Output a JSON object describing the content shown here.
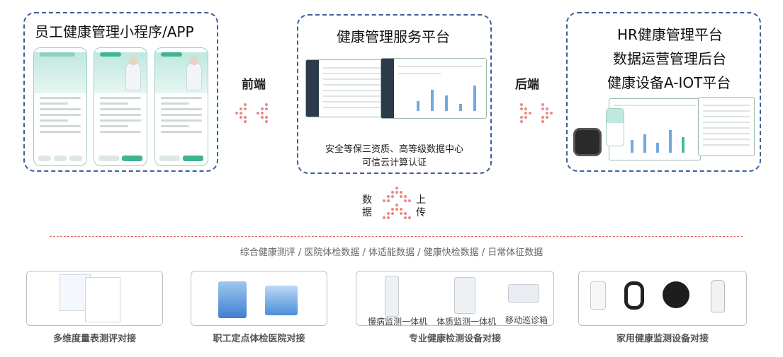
{
  "frontend_box": {
    "title": "员工健康管理小程序/APP"
  },
  "service_box": {
    "title": "健康管理服务平台",
    "caption_lines": [
      "安全等保三资质、高等级数据中心",
      "可信云计算认证"
    ]
  },
  "backend_box": {
    "titles": [
      "HR健康管理平台",
      "数据运营管理后台",
      "健康设备A-IOT平台"
    ]
  },
  "flow_labels": {
    "frontend": "前端",
    "backend": "后端"
  },
  "upload_label": {
    "left_chars": [
      "数",
      "据"
    ],
    "right_chars": [
      "上",
      "传"
    ]
  },
  "data_types": "综合健康测评 / 医院体检数据 / 体适能数据 / 健康快检数据 / 日常体征数据",
  "bottom_boxes": [
    {
      "label": "多维度量表测评对接"
    },
    {
      "label": "职工定点体检医院对接"
    },
    {
      "label": "专业健康检测设备对接",
      "devices": [
        "慢病监测一体机",
        "体质监测一体机",
        "移动巡诊箱"
      ]
    },
    {
      "label": "家用健康监测设备对接"
    }
  ],
  "colors": {
    "dashed_border": "#3d5f9a",
    "arrow_dots": "#e88a88",
    "divider": "#e06a5f",
    "phone_accent": "#3cb592"
  }
}
